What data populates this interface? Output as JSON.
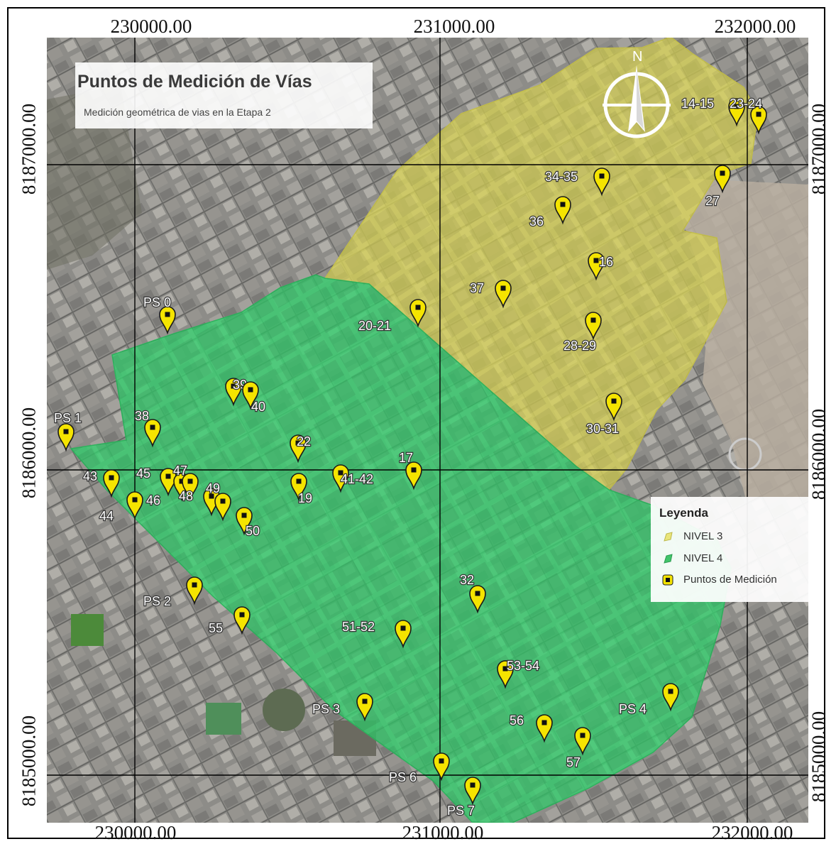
{
  "title": "Puntos de Medición de Vías",
  "subtitle": "Medición geométrica de vias en la Etapa 2",
  "north_label": "N",
  "grid": {
    "x_labels": [
      "230000.00",
      "231000.00",
      "232000.00"
    ],
    "y_labels": [
      "8187000.00",
      "8186000.00",
      "8185000.00"
    ]
  },
  "legend": {
    "title": "Leyenda",
    "items": [
      {
        "label": "NIVEL 3",
        "color": "#e9e57a"
      },
      {
        "label": "NIVEL 4",
        "color": "#41c46a"
      },
      {
        "label": "Puntos de Medición",
        "color": "#f2e200"
      }
    ]
  },
  "colors": {
    "nivel3_fill": "#d8d35a",
    "nivel4_fill": "#38d070",
    "marker_fill": "#f5e400",
    "marker_center": "#111111",
    "imagery_base": "#8a8a88",
    "grid_line": "#000000"
  },
  "markers": [
    {
      "label": "14-15"
    },
    {
      "label": "23-24"
    },
    {
      "label": "34-35"
    },
    {
      "label": "27"
    },
    {
      "label": "36"
    },
    {
      "label": "16"
    },
    {
      "label": "37"
    },
    {
      "label": "20-21"
    },
    {
      "label": "28-29"
    },
    {
      "label": "30-31"
    },
    {
      "label": "PS 0"
    },
    {
      "label": "39"
    },
    {
      "label": "40"
    },
    {
      "label": "38"
    },
    {
      "label": "PS 1"
    },
    {
      "label": "22"
    },
    {
      "label": "17"
    },
    {
      "label": "43"
    },
    {
      "label": "45"
    },
    {
      "label": "47"
    },
    {
      "label": "48"
    },
    {
      "label": "49"
    },
    {
      "label": "46"
    },
    {
      "label": "44"
    },
    {
      "label": "19"
    },
    {
      "label": "41-42"
    },
    {
      "label": "50"
    },
    {
      "label": "32"
    },
    {
      "label": "PS 2"
    },
    {
      "label": "55"
    },
    {
      "label": "51-52"
    },
    {
      "label": "53-54"
    },
    {
      "label": "PS 4"
    },
    {
      "label": "PS 3"
    },
    {
      "label": "56"
    },
    {
      "label": "57"
    },
    {
      "label": "PS 6"
    },
    {
      "label": "PS 7"
    }
  ]
}
